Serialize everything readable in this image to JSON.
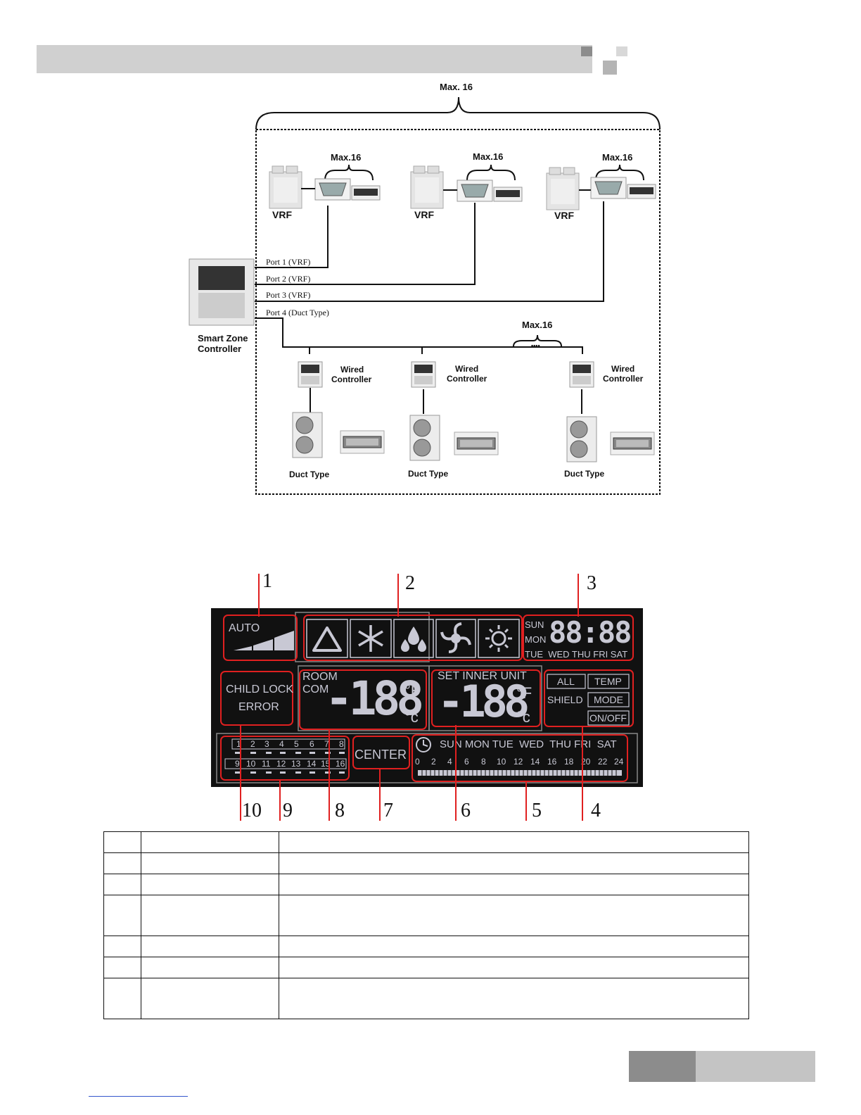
{
  "diagram": {
    "top_max": "Max. 16",
    "groups": [
      {
        "max": "Max.16",
        "outdoor": "VRF"
      },
      {
        "max": "Max.16",
        "outdoor": "VRF"
      },
      {
        "max": "Max.16",
        "outdoor": "VRF"
      }
    ],
    "ports": [
      "Port 1 (VRF)",
      "Port 2 (VRF)",
      "Port 3  (VRF)",
      "Port 4 (Duct Type)"
    ],
    "controller_line1": "Smart Zone",
    "controller_line2": "Controller",
    "duct_max": "Max.16",
    "dots": "••••",
    "wired_line1": "Wired",
    "wired_line2": "Controller",
    "duct_label": "Duct Type"
  },
  "lcd": {
    "auto": "AUTO",
    "clock_days_top": [
      "SUN",
      "MON"
    ],
    "clock_digits": "88:88",
    "clock_days_bottom": "TUE  WED THU FRI SAT",
    "child_lock": "CHILD LOCK",
    "error": "ERROR",
    "room": "ROOM",
    "com": "COM",
    "room_digits": "-188",
    "deg_f": "°F",
    "deg_c": "°c",
    "set_inner_unit": "SET INNER UNIT",
    "set_digits": "-188",
    "shield": "SHIELD",
    "shield_buttons": [
      "ALL",
      "TEMP",
      "MODE",
      "ON/OFF"
    ],
    "unit_row1": [
      "1",
      "2",
      "3",
      "4",
      "5",
      "6",
      "7",
      "8"
    ],
    "unit_row2": [
      "9",
      "10",
      "11",
      "12",
      "13",
      "14",
      "15",
      "16"
    ],
    "center": "CENTER",
    "week_days": "SUN MON TUE  WED  THU FRI  SAT",
    "hours": [
      "0",
      "2",
      "4",
      "6",
      "8",
      "10",
      "12",
      "14",
      "16",
      "18",
      "20",
      "22",
      "24"
    ]
  },
  "callouts_top": [
    "1",
    "2",
    "3"
  ],
  "callouts_bottom": [
    "10",
    "9",
    "8",
    "7",
    "6",
    "5",
    "4"
  ],
  "table_rows": 7
}
